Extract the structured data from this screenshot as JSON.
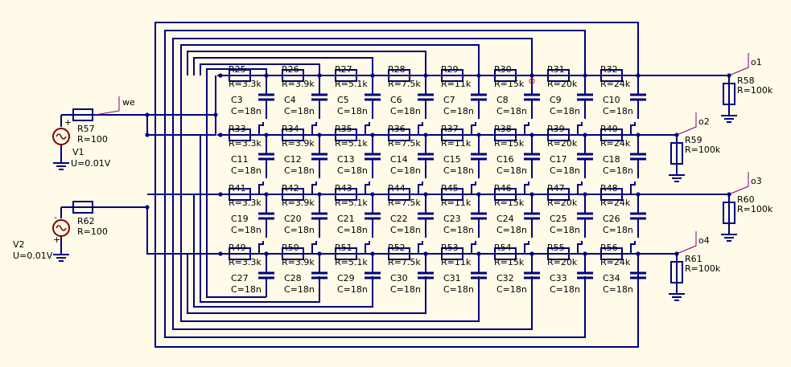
{
  "colors": {
    "background": "#fffbe8",
    "wire": "#000080",
    "node": "#000080",
    "label_wire": "#800080",
    "source_circle": "#800000",
    "plus": "#ff0000"
  },
  "sources": [
    {
      "id": "V1",
      "value": "U=0.01V",
      "series_resistor": {
        "id": "R57",
        "value": "R=100"
      },
      "net_label": "we"
    },
    {
      "id": "V2",
      "value": "U=0.01V",
      "series_resistor": {
        "id": "R62",
        "value": "R=100"
      },
      "net_label": ""
    }
  ],
  "ladders": [
    {
      "resistors": [
        {
          "id": "R25",
          "value": "R=3.3k"
        },
        {
          "id": "R26",
          "value": "R=3.9k"
        },
        {
          "id": "R27",
          "value": "R=5.1k"
        },
        {
          "id": "R28",
          "value": "R=7.5k"
        },
        {
          "id": "R29",
          "value": "R=11k"
        },
        {
          "id": "R30",
          "value": "R=15k"
        },
        {
          "id": "R31",
          "value": "R=20k"
        },
        {
          "id": "R32",
          "value": "R=24k"
        }
      ],
      "capacitors": [
        {
          "id": "C3",
          "value": "C=18n"
        },
        {
          "id": "C4",
          "value": "C=18n"
        },
        {
          "id": "C5",
          "value": "C=18n"
        },
        {
          "id": "C6",
          "value": "C=18n"
        },
        {
          "id": "C7",
          "value": "C=18n"
        },
        {
          "id": "C8",
          "value": "C=18n"
        },
        {
          "id": "C9",
          "value": "C=18n"
        },
        {
          "id": "C10",
          "value": "C=18n"
        }
      ],
      "load": {
        "id": "R58",
        "value": "R=100k"
      },
      "output_label": "o1"
    },
    {
      "resistors": [
        {
          "id": "R33",
          "value": "R=3.3k"
        },
        {
          "id": "R34",
          "value": "R=3.9k"
        },
        {
          "id": "R35",
          "value": "R=5.1k"
        },
        {
          "id": "R36",
          "value": "R=7.5k"
        },
        {
          "id": "R37",
          "value": "R=11k"
        },
        {
          "id": "R38",
          "value": "R=15k"
        },
        {
          "id": "R39",
          "value": "R=20k"
        },
        {
          "id": "R40",
          "value": "R=24k"
        }
      ],
      "capacitors": [
        {
          "id": "C11",
          "value": "C=18n"
        },
        {
          "id": "C12",
          "value": "C=18n"
        },
        {
          "id": "C13",
          "value": "C=18n"
        },
        {
          "id": "C14",
          "value": "C=18n"
        },
        {
          "id": "C15",
          "value": "C=18n"
        },
        {
          "id": "C16",
          "value": "C=18n"
        },
        {
          "id": "C17",
          "value": "C=18n"
        },
        {
          "id": "C18",
          "value": "C=18n"
        }
      ],
      "load": {
        "id": "R59",
        "value": "R=100k"
      },
      "output_label": "o2"
    },
    {
      "resistors": [
        {
          "id": "R41",
          "value": "R=3.3k"
        },
        {
          "id": "R42",
          "value": "R=3.9k"
        },
        {
          "id": "R43",
          "value": "R=5.1k"
        },
        {
          "id": "R44",
          "value": "R=7.5k"
        },
        {
          "id": "R45",
          "value": "R=11k"
        },
        {
          "id": "R46",
          "value": "R=15k"
        },
        {
          "id": "R47",
          "value": "R=20k"
        },
        {
          "id": "R48",
          "value": "R=24k"
        }
      ],
      "capacitors": [
        {
          "id": "C19",
          "value": "C=18n"
        },
        {
          "id": "C20",
          "value": "C=18n"
        },
        {
          "id": "C21",
          "value": "C=18n"
        },
        {
          "id": "C22",
          "value": "C=18n"
        },
        {
          "id": "C23",
          "value": "C=18n"
        },
        {
          "id": "C24",
          "value": "C=18n"
        },
        {
          "id": "C25",
          "value": "C=18n"
        },
        {
          "id": "C26",
          "value": "C=18n"
        }
      ],
      "load": {
        "id": "R60",
        "value": "R=100k"
      },
      "output_label": "o3"
    },
    {
      "resistors": [
        {
          "id": "R49",
          "value": "R=3.3k"
        },
        {
          "id": "R50",
          "value": "R=3.9k"
        },
        {
          "id": "R51",
          "value": "R=5.1k"
        },
        {
          "id": "R52",
          "value": "R=7.5k"
        },
        {
          "id": "R53",
          "value": "R=11k"
        },
        {
          "id": "R54",
          "value": "R=15k"
        },
        {
          "id": "R55",
          "value": "R=20k"
        },
        {
          "id": "R56",
          "value": "R=24k"
        }
      ],
      "capacitors": [
        {
          "id": "C27",
          "value": "C=18n"
        },
        {
          "id": "C28",
          "value": "C=18n"
        },
        {
          "id": "C29",
          "value": "C=18n"
        },
        {
          "id": "C30",
          "value": "C=18n"
        },
        {
          "id": "C31",
          "value": "C=18n"
        },
        {
          "id": "C32",
          "value": "C=18n"
        },
        {
          "id": "C33",
          "value": "C=18n"
        },
        {
          "id": "C34",
          "value": "C=18n"
        }
      ],
      "load": {
        "id": "R61",
        "value": "R=100k"
      },
      "output_label": "o4"
    }
  ]
}
